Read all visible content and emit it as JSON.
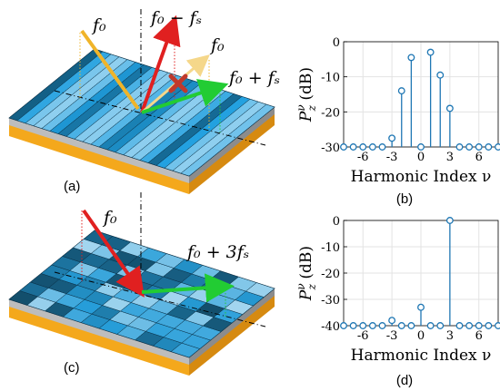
{
  "panels": {
    "a": {
      "label": "(a)",
      "arrows": [
        {
          "text": "f₀",
          "color": "#F0B429"
        },
        {
          "text": "f₀ − fₛ",
          "color": "#E02020"
        },
        {
          "text": "f₀",
          "color": "#F5D78A"
        },
        {
          "text": "f₀ + fₛ",
          "color": "#22CC33"
        }
      ]
    },
    "c": {
      "label": "(c)",
      "arrows": [
        {
          "text": "f₀",
          "color": "#E02020"
        },
        {
          "text": "f₀ + 3fₛ",
          "color": "#22CC33"
        }
      ]
    },
    "b": {
      "label": "(b)"
    },
    "d": {
      "label": "(d)"
    }
  },
  "chart_data": [
    {
      "type": "stem",
      "xlabel": "Harmonic Index ν",
      "ylabel": "P_z^ν (dB)",
      "xlim": [
        -8,
        8
      ],
      "ylim": [
        -30,
        0
      ],
      "xticks": [
        -6,
        -3,
        0,
        3,
        6
      ],
      "yticks": [
        0,
        -10,
        -20,
        -30
      ],
      "x": [
        -8,
        -7,
        -6,
        -5,
        -4,
        -3,
        -2,
        -1,
        0,
        1,
        2,
        3,
        4,
        5,
        6,
        7,
        8
      ],
      "values": [
        -30,
        -30,
        -30,
        -30,
        -30,
        -27.5,
        -14,
        -4.5,
        -30,
        -3,
        -9.5,
        -19,
        -30,
        -30,
        -30,
        -30,
        -30
      ],
      "color": "#1F77B4"
    },
    {
      "type": "stem",
      "xlabel": "Harmonic Index ν",
      "ylabel": "P_z^ν (dB)",
      "xlim": [
        -8,
        8
      ],
      "ylim": [
        -40,
        0
      ],
      "xticks": [
        -6,
        -3,
        0,
        3,
        6
      ],
      "yticks": [
        0,
        -10,
        -20,
        -30,
        -40
      ],
      "x": [
        -8,
        -7,
        -6,
        -5,
        -4,
        -3,
        -2,
        -1,
        0,
        1,
        2,
        3,
        4,
        5,
        6,
        7,
        8
      ],
      "values": [
        -40,
        -40,
        -40,
        -40,
        -40,
        -38,
        -40,
        -40,
        -33,
        -40,
        -40,
        0,
        -40,
        -40,
        -40,
        -40,
        -40
      ],
      "color": "#1F77B4"
    }
  ]
}
